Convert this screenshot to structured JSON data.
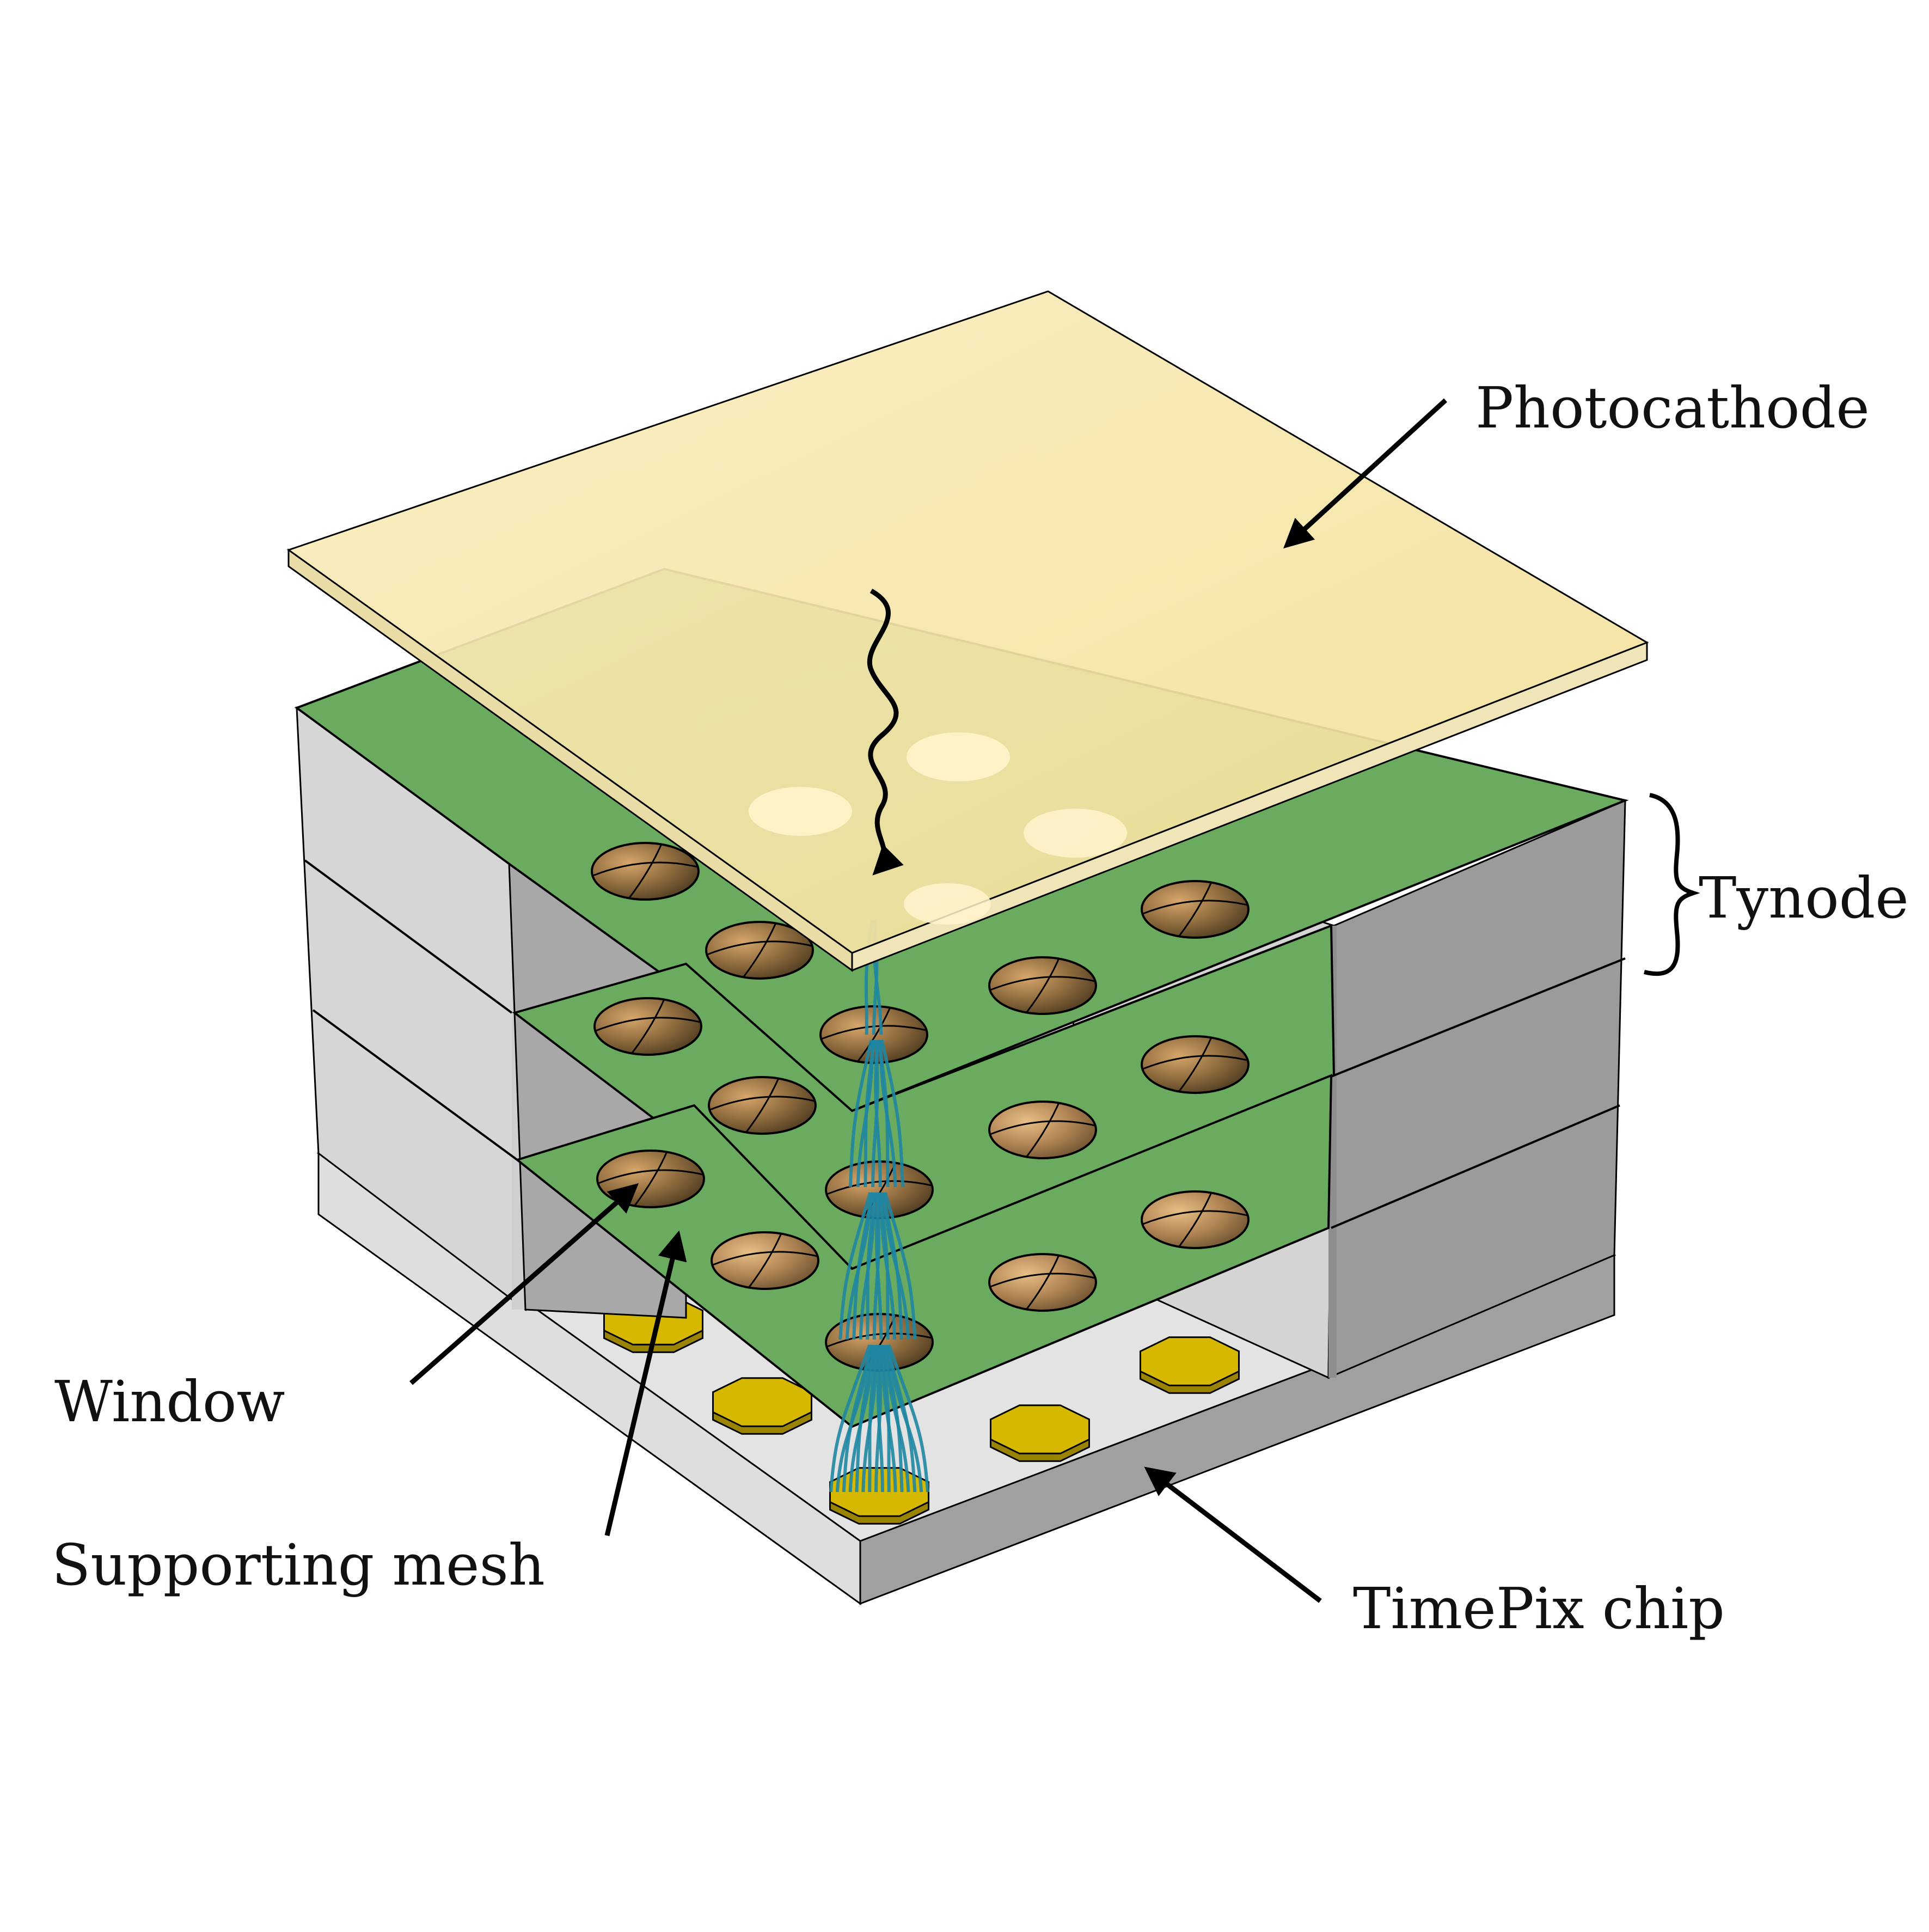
{
  "labels": {
    "photocathode": "Photocathode",
    "tynode": "Tynode",
    "window": "Window",
    "supporting_mesh": "Supporting mesh",
    "timepix_chip": "TimePix chip"
  },
  "colors": {
    "photocathode": "#f6e3a0",
    "photocathode_edge": "#e9dba0",
    "mesh": "#6aab5f",
    "wall_light": "#d6d6d6",
    "wall_dark": "#9b9b9b",
    "chip_top": "#e3e3e3",
    "chip_side": "#a0a0a0",
    "pixel_pad": "#d6b800",
    "window_dome": "#9a7a4a",
    "electron": "#1f86a2",
    "line": "#000000"
  }
}
